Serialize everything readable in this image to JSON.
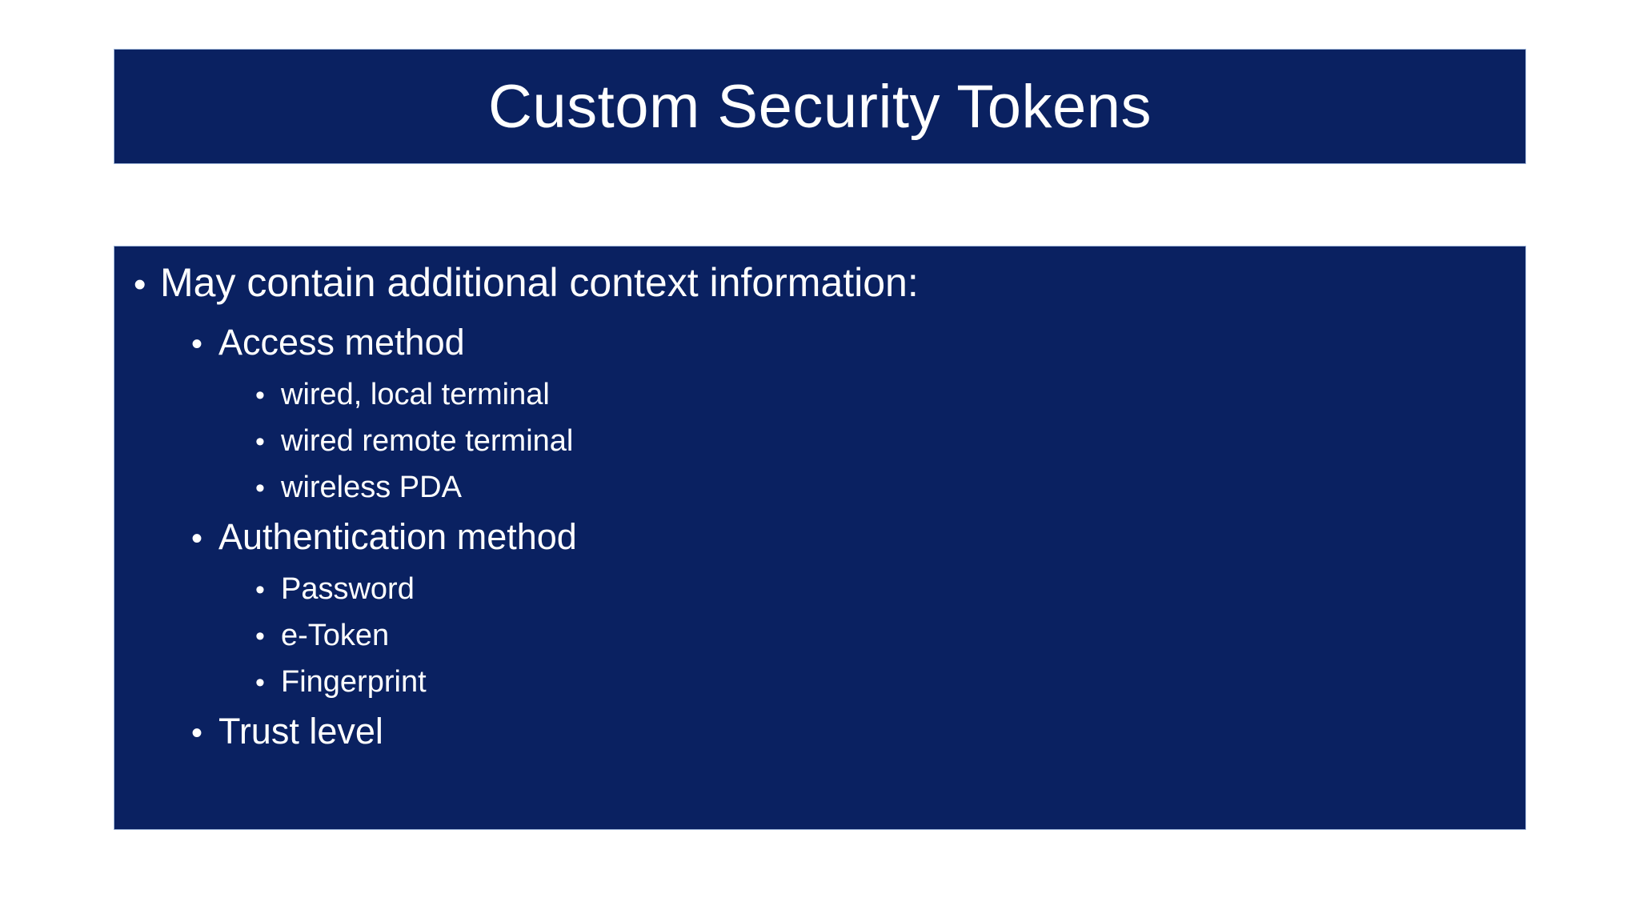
{
  "slide": {
    "title": "Custom Security Tokens",
    "bullet_glyph": "•",
    "colors": {
      "page_bg": "#ffffff",
      "panel_bg": "#0a2161",
      "panel_border": "#9db4d8",
      "text": "#ffffff"
    },
    "content": {
      "intro": "May contain additional context information:",
      "sections": [
        {
          "label": "Access method",
          "children": [
            "wired, local terminal",
            "wired remote terminal",
            "wireless PDA"
          ]
        },
        {
          "label": "Authentication method",
          "children": [
            "Password",
            "e-Token",
            "Fingerprint"
          ]
        },
        {
          "label": "Trust level",
          "children": []
        }
      ]
    }
  }
}
